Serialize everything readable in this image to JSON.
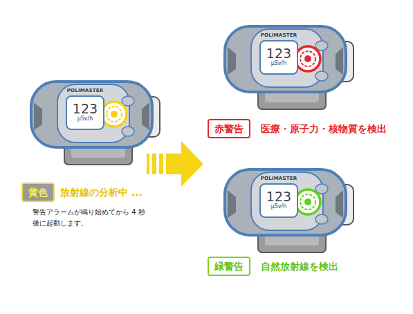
{
  "diagram": {
    "nodes": [
      {
        "text": [
          "POLIMASTER"
        ]
      },
      {
        "text": [
          "123",
          "µSv/h"
        ],
        "in": 0
      },
      {
        "text": [
          "赤警告"
        ]
      },
      {
        "text": [
          "POLIMASTER"
        ]
      },
      {
        "text": [
          "123",
          "µSv/h"
        ],
        "in": 3
      },
      {
        "text": [
          "黄色"
        ]
      },
      {
        "text": [
          "POLIMASTER"
        ]
      },
      {
        "text": [
          "123",
          "µSv/h"
        ],
        "in": 6
      },
      {
        "text": [
          "緑警告"
        ]
      }
    ],
    "labels": [
      "医療・原子力・核物質を検出",
      "放射線の分析中 ...",
      "警告アラームが鳴り始めてから 4 秒後に起動します。",
      "自然放射線を検出"
    ]
  }
}
